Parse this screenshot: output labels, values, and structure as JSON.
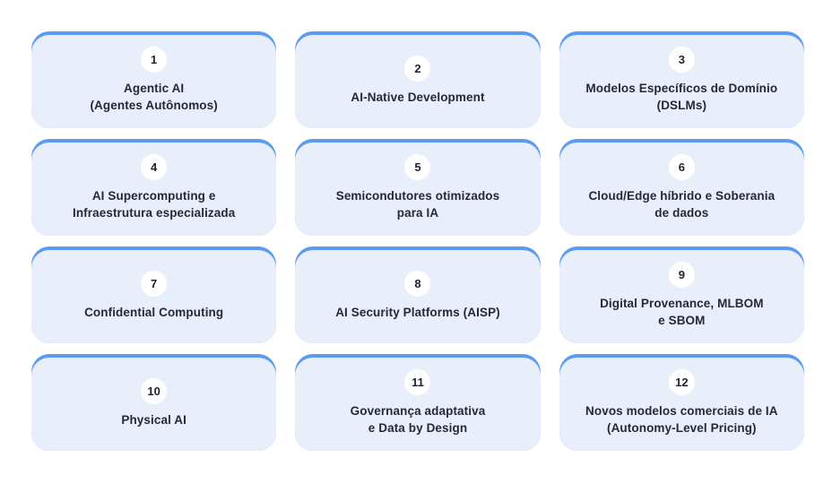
{
  "theme": {
    "accent_blue": "#5b9af0",
    "card_background": "#e9eefb",
    "circle_background": "#ffffff",
    "text_color": "#242936",
    "page_background": "#ffffff"
  },
  "cards": [
    {
      "number": "1",
      "title": "Agentic AI\n(Agentes Autônomos)"
    },
    {
      "number": "2",
      "title": "AI-Native Development"
    },
    {
      "number": "3",
      "title": "Modelos Específicos de Domínio\n(DSLMs)"
    },
    {
      "number": "4",
      "title": "AI Supercomputing e\nInfraestrutura especializada"
    },
    {
      "number": "5",
      "title": "Semicondutores otimizados\npara IA"
    },
    {
      "number": "6",
      "title": "Cloud/Edge híbrido e Soberania\nde dados"
    },
    {
      "number": "7",
      "title": "Confidential Computing"
    },
    {
      "number": "8",
      "title": "AI Security Platforms (AISP)"
    },
    {
      "number": "9",
      "title": "Digital Provenance, MLBOM\ne SBOM"
    },
    {
      "number": "10",
      "title": "Physical AI"
    },
    {
      "number": "11",
      "title": "Governança adaptativa\ne Data by Design"
    },
    {
      "number": "12",
      "title": "Novos modelos comerciais de IA\n(Autonomy-Level Pricing)"
    }
  ]
}
